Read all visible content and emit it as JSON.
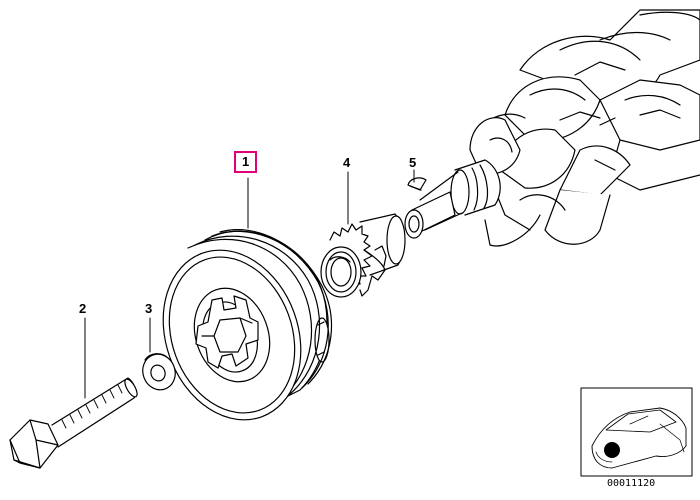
{
  "diagram": {
    "callouts": [
      {
        "id": "1",
        "label": "1",
        "part": "vibration-damper",
        "highlighted": true
      },
      {
        "id": "2",
        "label": "2",
        "part": "bolt",
        "highlighted": false
      },
      {
        "id": "3",
        "label": "3",
        "part": "washer",
        "highlighted": false
      },
      {
        "id": "4",
        "label": "4",
        "part": "sprocket",
        "highlighted": false
      },
      {
        "id": "5",
        "label": "5",
        "part": "woodruff-key",
        "highlighted": false
      }
    ],
    "highlight_color": "#e0007a",
    "line_color": "#000000",
    "inset": {
      "code": "00011120",
      "icon": "car-front-location-icon"
    }
  }
}
